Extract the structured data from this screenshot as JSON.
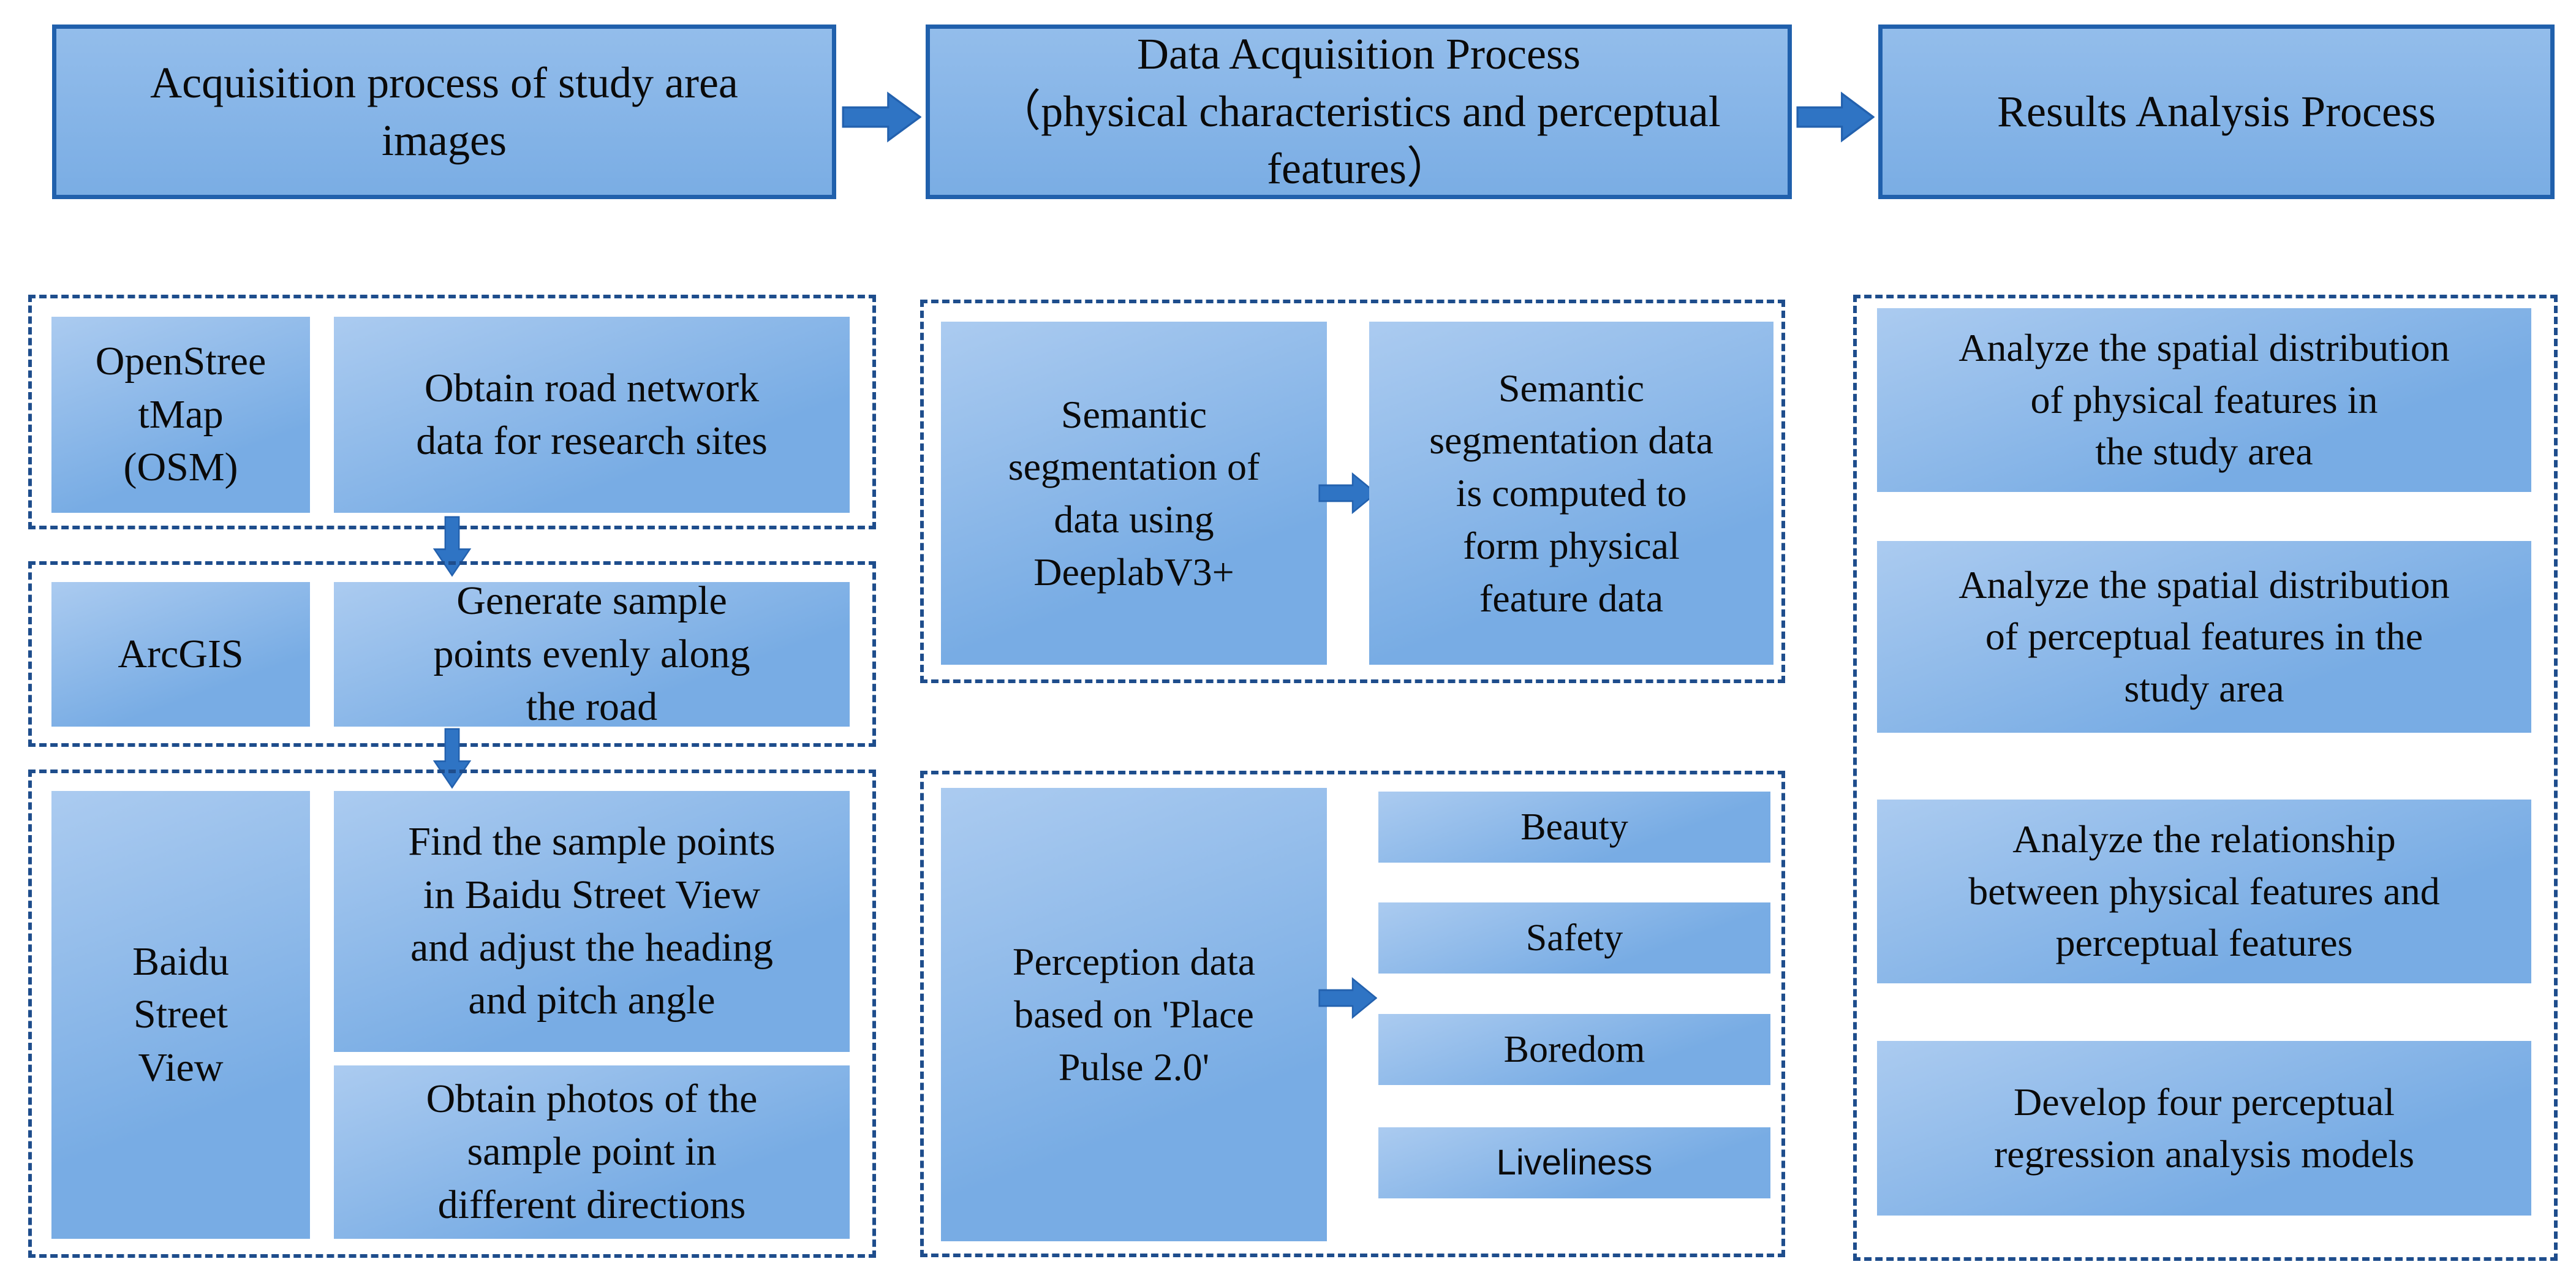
{
  "colors": {
    "text": "#0a0a0a",
    "box_fill_top": "#abcbf0",
    "box_fill_bottom": "#78ace4",
    "header_border": "#2060ac",
    "dashed_border": "#1e4d8c",
    "arrow": "#2f74c4",
    "arrow_stroke": "#2361ae"
  },
  "top_row": {
    "boxes": [
      {
        "label": "Acquisition process of study area\nimages"
      },
      {
        "label": "Data Acquisition Process\n（physical characteristics and perceptual\nfeatures）"
      },
      {
        "label": "Results Analysis Process"
      }
    ]
  },
  "image_acquisition": {
    "groups": [
      {
        "tool": "OpenStree\ntMap\n(OSM)",
        "steps": [
          "Obtain road network\ndata for research sites"
        ]
      },
      {
        "tool": "ArcGIS",
        "steps": [
          "Generate sample\npoints evenly along\nthe road"
        ]
      },
      {
        "tool": "Baidu\nStreet\nView",
        "steps": [
          "Find the sample points\nin Baidu Street View\nand adjust the heading\nand pitch angle",
          "Obtain photos of the\nsample point in\ndifferent directions"
        ]
      }
    ]
  },
  "data_acquisition": {
    "segmentation": {
      "source": "Semantic\nsegmentation of\ndata using\nDeeplabV3+",
      "result": "Semantic\nsegmentation data\nis computed to\nform physical\nfeature data"
    },
    "perception": {
      "source": "Perception data\nbased on 'Place\nPulse 2.0'",
      "categories": [
        "Beauty",
        "Safety",
        "Boredom",
        "Liveliness"
      ]
    }
  },
  "results_analysis": {
    "boxes": [
      "Analyze the spatial distribution\nof physical features in\nthe study area",
      "Analyze the spatial distribution\nof perceptual features in the\nstudy area",
      "Analyze the relationship\nbetween physical features and\nperceptual features",
      "Develop four perceptual\nregression analysis models"
    ]
  }
}
